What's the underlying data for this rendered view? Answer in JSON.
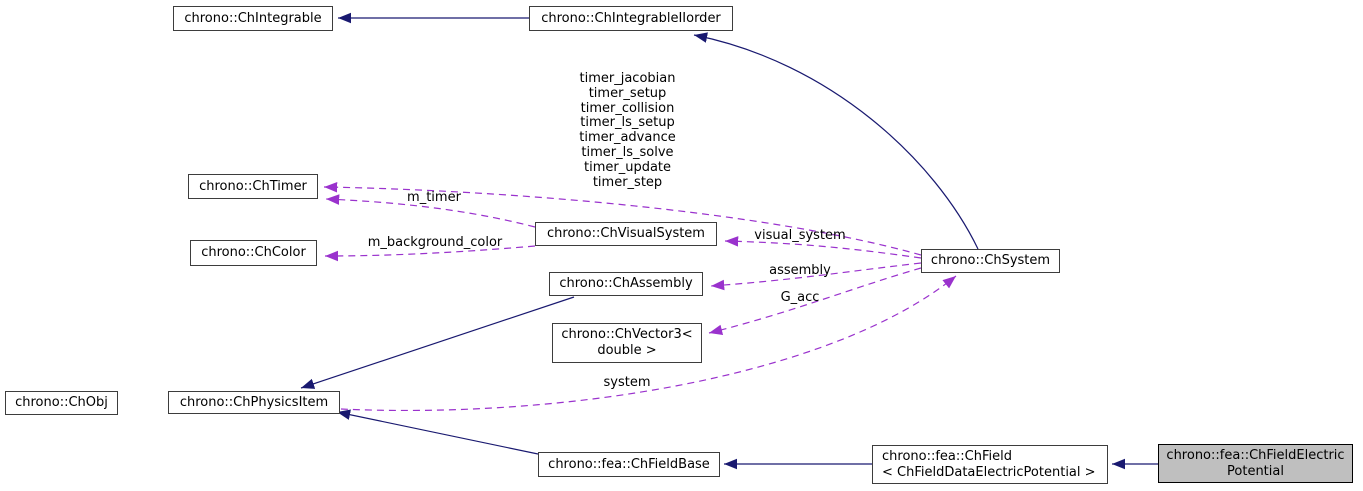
{
  "diagram_type": "doxygen-collaboration-graph",
  "colors": {
    "inheritance_edge": "#191970",
    "collaboration_edge": "#9a32cd",
    "node_border": "#3d3d3d",
    "node_fill": "#ffffff",
    "highlight_fill": "#bfbfbf",
    "text": "#000000",
    "background": "#ffffff"
  },
  "nodes": {
    "ch_integrable": {
      "label": "chrono::ChIntegrable"
    },
    "ch_integrable_ii_order": {
      "label": "chrono::ChIntegrableIIorder"
    },
    "ch_timer": {
      "label": "chrono::ChTimer"
    },
    "ch_color": {
      "label": "chrono::ChColor"
    },
    "ch_visual_system": {
      "label": "chrono::ChVisualSystem"
    },
    "ch_assembly": {
      "label": "chrono::ChAssembly"
    },
    "ch_vector3": {
      "label": "chrono::ChVector3<\ndouble >"
    },
    "ch_system": {
      "label": "chrono::ChSystem"
    },
    "ch_obj": {
      "label": "chrono::ChObj"
    },
    "ch_physics_item": {
      "label": "chrono::ChPhysicsItem"
    },
    "ch_field_base": {
      "label": "chrono::fea::ChFieldBase"
    },
    "ch_field": {
      "label": "chrono::fea::ChField\n< ChFieldDataElectricPotential >"
    },
    "ch_field_electric_potential": {
      "label": "chrono::fea::ChFieldElectric\nPotential",
      "highlighted": true
    }
  },
  "edges": [
    {
      "from": "chrono::ChIntegrableIIorder",
      "to": "chrono::ChIntegrable",
      "type": "inheritance",
      "label": ""
    },
    {
      "from": "chrono::ChSystem",
      "to": "chrono::ChIntegrableIIorder",
      "type": "inheritance",
      "label": ""
    },
    {
      "from": "chrono::ChAssembly",
      "to": "chrono::ChPhysicsItem",
      "type": "inheritance",
      "label": ""
    },
    {
      "from": "chrono::fea::ChFieldBase",
      "to": "chrono::ChPhysicsItem",
      "type": "inheritance",
      "label": ""
    },
    {
      "from": "chrono::fea::ChField< ChFieldDataElectricPotential >",
      "to": "chrono::fea::ChFieldBase",
      "type": "inheritance",
      "label": ""
    },
    {
      "from": "chrono::fea::ChFieldElectricPotential",
      "to": "chrono::fea::ChField< ChFieldDataElectricPotential >",
      "type": "inheritance",
      "label": ""
    },
    {
      "from": "chrono::ChSystem",
      "to": "chrono::ChTimer",
      "type": "usage",
      "label": "timer_jacobian\ntimer_setup\ntimer_collision\ntimer_ls_setup\ntimer_advance\ntimer_ls_solve\ntimer_update\ntimer_step"
    },
    {
      "from": "chrono::ChVisualSystem",
      "to": "chrono::ChTimer",
      "type": "usage",
      "label": "m_timer"
    },
    {
      "from": "chrono::ChVisualSystem",
      "to": "chrono::ChColor",
      "type": "usage",
      "label": "m_background_color"
    },
    {
      "from": "chrono::ChSystem",
      "to": "chrono::ChVisualSystem",
      "type": "usage",
      "label": "visual_system"
    },
    {
      "from": "chrono::ChSystem",
      "to": "chrono::ChAssembly",
      "type": "usage",
      "label": "assembly"
    },
    {
      "from": "chrono::ChSystem",
      "to": "chrono::ChVector3< double >",
      "type": "usage",
      "label": "G_acc"
    },
    {
      "from": "chrono::ChPhysicsItem",
      "to": "chrono::ChSystem",
      "type": "usage",
      "label": "system"
    }
  ]
}
